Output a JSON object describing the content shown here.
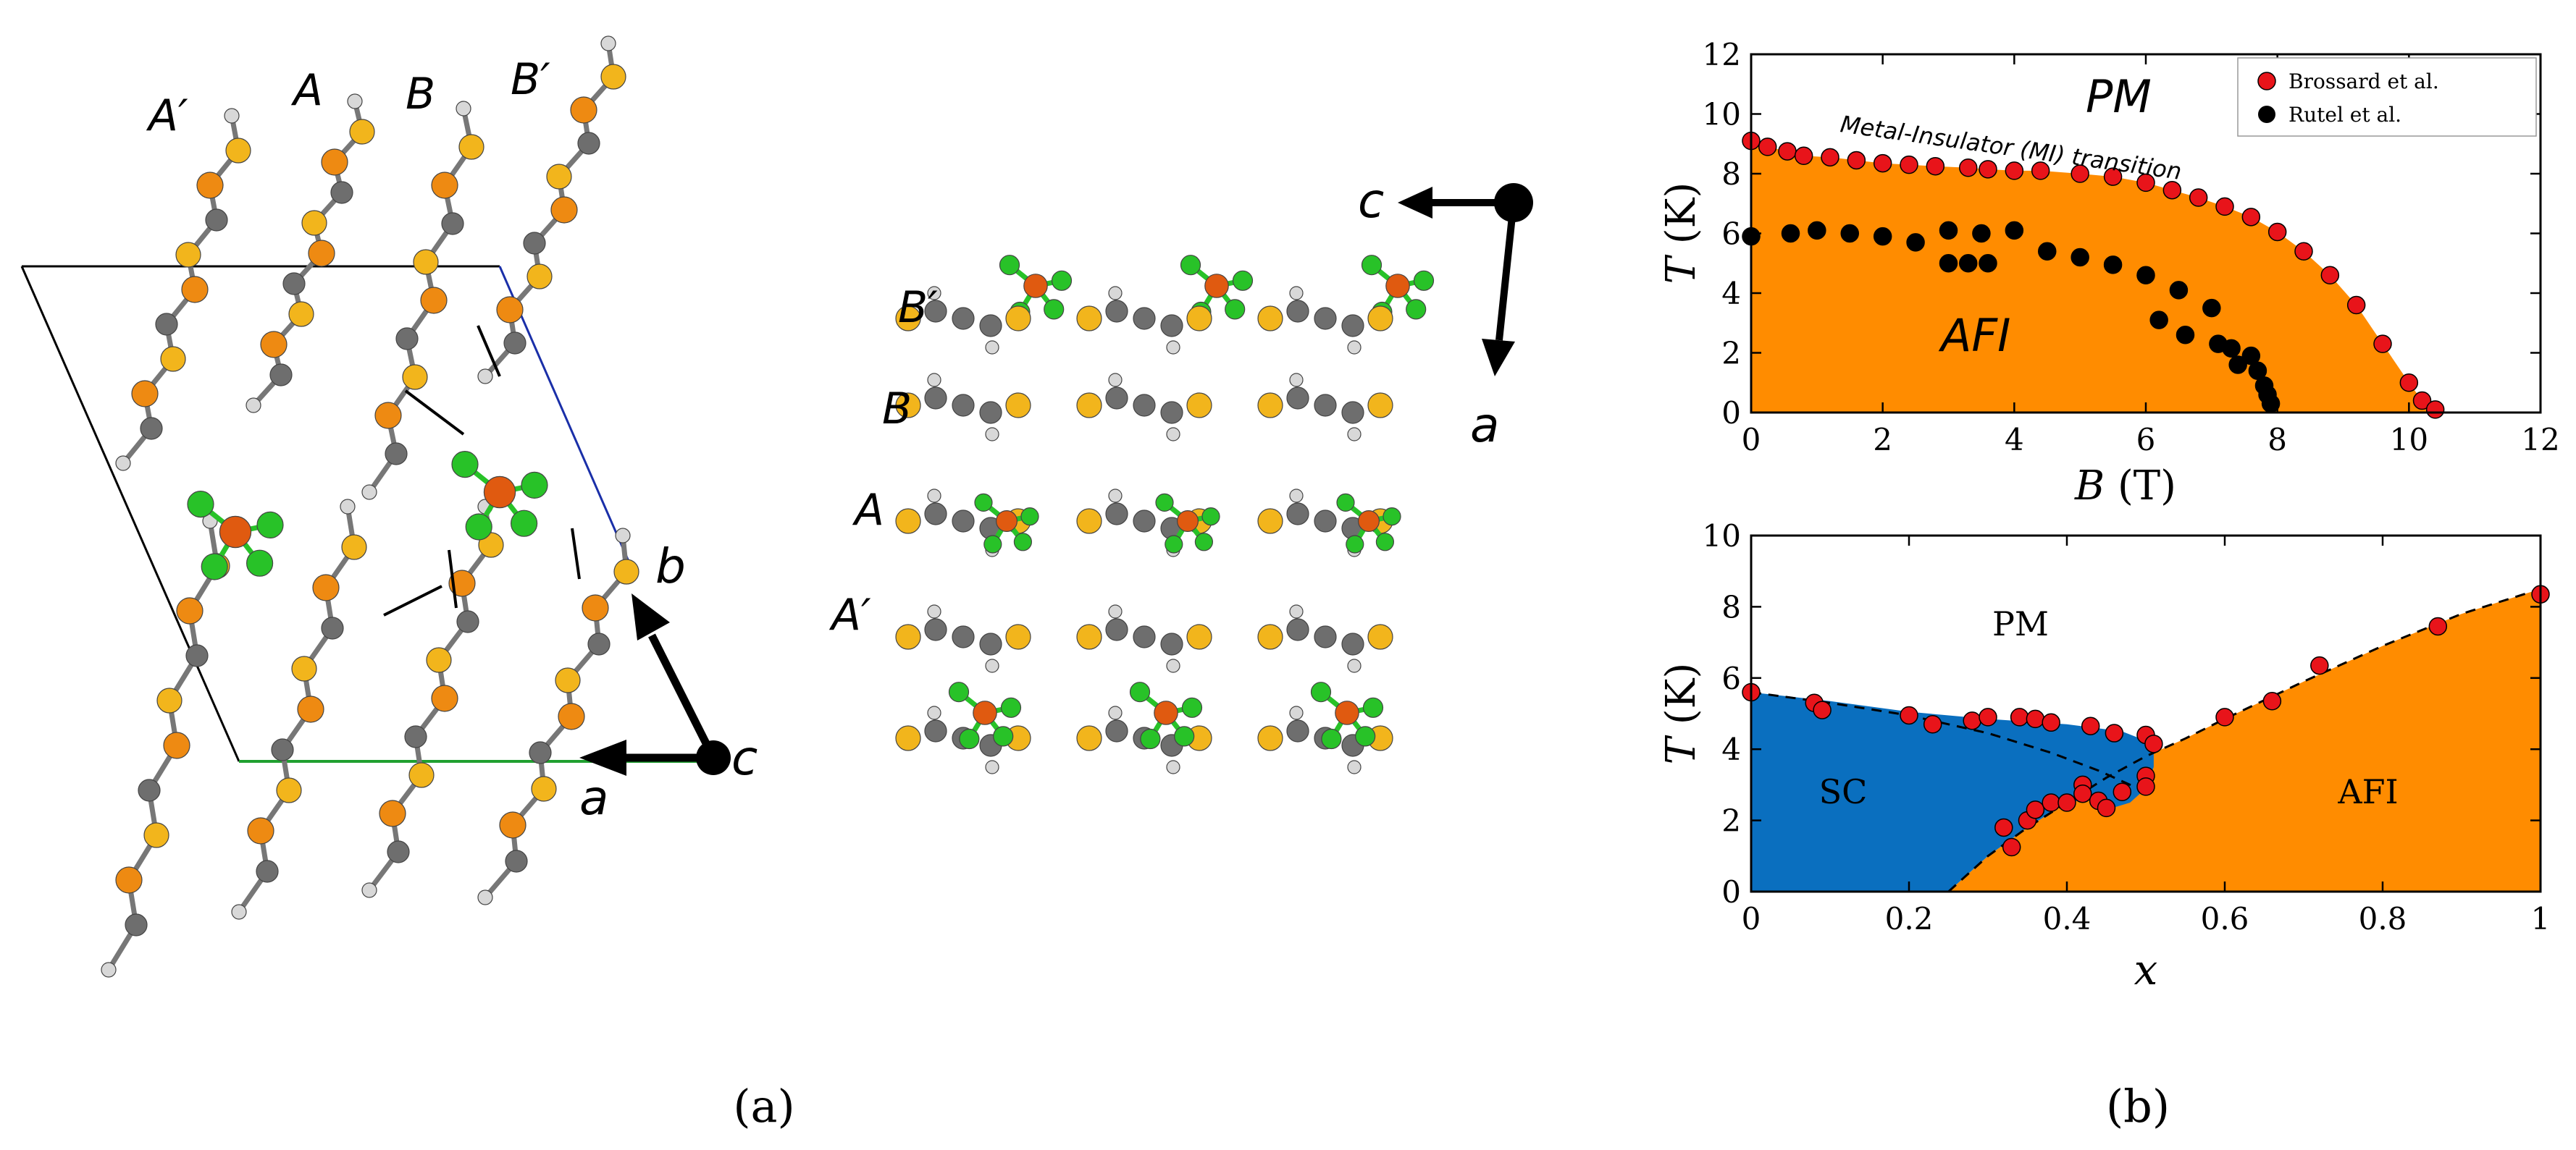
{
  "panel_a": {
    "caption": "(a)",
    "left_view": {
      "chain_labels": [
        "A′",
        "A",
        "B",
        "B′"
      ],
      "axis_labels": {
        "b": "b",
        "a": "a",
        "c": "c"
      }
    },
    "right_view": {
      "row_labels": [
        "B′",
        "B",
        "A",
        "A′"
      ],
      "axis_labels": {
        "c": "c",
        "a": "a"
      }
    },
    "colors": {
      "carbon": "#6e6e6e",
      "sulfur": "#f2b51c",
      "selenium": "#ee8a12",
      "chlorine": "#28c228",
      "iron": "#e05a10",
      "hydrogen": "#d8d8d8"
    }
  },
  "panel_b": {
    "caption": "(b)"
  },
  "chart_data": [
    {
      "type": "scatter",
      "xlabel_var": "B",
      "xlabel_unit": "(T)",
      "ylabel_var": "T",
      "ylabel_unit": "(K)",
      "xlim": [
        0,
        12
      ],
      "ylim": [
        0,
        12
      ],
      "xticks": [
        0,
        2,
        4,
        6,
        8,
        10,
        12
      ],
      "yticks": [
        0,
        2,
        4,
        6,
        8,
        10,
        12
      ],
      "legend_position": "top-right",
      "region_labels": {
        "pm": "PM",
        "afi": "AFI"
      },
      "annotation": "Metal-Insulator (MI) transition",
      "colors": {
        "afi_fill": "#ff8c00",
        "brossard": "#e8141a",
        "rutel": "#000000"
      },
      "series": [
        {
          "name": "Brossard et al.",
          "x": [
            0.0,
            0.25,
            0.55,
            0.8,
            1.2,
            1.6,
            2.0,
            2.4,
            2.8,
            3.3,
            3.6,
            4.0,
            4.4,
            5.0,
            5.5,
            6.0,
            6.4,
            6.8,
            7.2,
            7.6,
            8.0,
            8.4,
            8.8,
            9.2,
            9.6,
            10.0,
            10.2,
            10.4
          ],
          "y": [
            9.1,
            8.9,
            8.75,
            8.6,
            8.55,
            8.45,
            8.35,
            8.3,
            8.25,
            8.2,
            8.15,
            8.1,
            8.1,
            8.0,
            7.9,
            7.7,
            7.45,
            7.2,
            6.9,
            6.55,
            6.05,
            5.4,
            4.6,
            3.6,
            2.3,
            1.0,
            0.4,
            0.1
          ]
        },
        {
          "name": "Rutel et al.",
          "x": [
            0.0,
            0.6,
            1.0,
            1.5,
            2.0,
            2.5,
            3.0,
            3.0,
            3.3,
            3.5,
            3.6,
            4.0,
            4.5,
            5.0,
            5.5,
            6.0,
            6.2,
            6.5,
            6.6,
            7.0,
            7.1,
            7.3,
            7.4,
            7.6,
            7.7,
            7.8,
            7.85,
            7.9
          ],
          "y": [
            5.9,
            6.0,
            6.1,
            6.0,
            5.9,
            5.7,
            6.1,
            5.0,
            5.0,
            6.0,
            5.0,
            6.1,
            5.4,
            5.2,
            4.95,
            4.6,
            3.1,
            4.1,
            2.6,
            3.5,
            2.3,
            2.15,
            1.6,
            1.9,
            1.4,
            0.9,
            0.6,
            0.3
          ]
        }
      ]
    },
    {
      "type": "scatter",
      "xlabel": "x",
      "ylabel_var": "T",
      "ylabel_unit": "(K)",
      "xlim": [
        0,
        1
      ],
      "ylim": [
        0,
        10
      ],
      "xticks": [
        0,
        0.2,
        0.4,
        0.6,
        0.8,
        1
      ],
      "yticks": [
        0,
        2,
        4,
        6,
        8,
        10
      ],
      "region_labels": {
        "pm": "PM",
        "sc": "SC",
        "afi": "AFI"
      },
      "colors": {
        "sc_fill": "#0a6fbf",
        "afi_fill": "#ff8c00",
        "points": "#e8141a"
      },
      "series": [
        {
          "name": "",
          "x": [
            0.0,
            0.08,
            0.09,
            0.2,
            0.23,
            0.28,
            0.3,
            0.32,
            0.33,
            0.34,
            0.35,
            0.36,
            0.36,
            0.38,
            0.38,
            0.4,
            0.42,
            0.42,
            0.43,
            0.44,
            0.45,
            0.46,
            0.47,
            0.5,
            0.5,
            0.5,
            0.51,
            0.6,
            0.66,
            0.72,
            0.87,
            1.0
          ],
          "y": [
            5.6,
            5.3,
            5.1,
            4.95,
            4.7,
            4.8,
            4.9,
            1.8,
            1.25,
            4.9,
            2.0,
            2.3,
            4.85,
            2.5,
            4.75,
            2.5,
            3.0,
            2.75,
            4.65,
            2.55,
            2.35,
            4.45,
            2.8,
            3.25,
            4.4,
            2.95,
            4.15,
            4.9,
            5.35,
            6.35,
            7.45,
            8.35
          ]
        }
      ]
    }
  ]
}
